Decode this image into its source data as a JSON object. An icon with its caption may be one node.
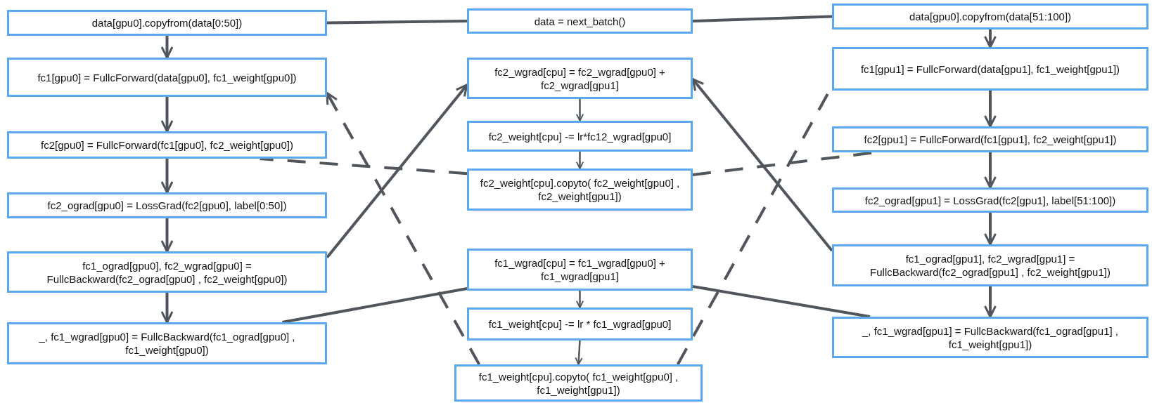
{
  "diagram": {
    "nodes": [
      {
        "text": [
          "data[gpu0].copyfrom(data[0:50])"
        ]
      },
      {
        "text": [
          "data = next_batch()"
        ]
      },
      {
        "text": [
          "data[gpu0].copyfrom(data[51:100])"
        ]
      },
      {
        "text": [
          "fc1[gpu0] = FullcForward(data[gpu0], fc1_weight[gpu0])"
        ]
      },
      {
        "text": [
          "fc2_wgrad[cpu] = fc2_wgrad[gpu0] + fc2_wgrad[gpu1]"
        ]
      },
      {
        "text": [
          "fc1[gpu1] = FullcForward(data[gpu1], fc1_weight[gpu1])"
        ]
      },
      {
        "text": [
          "fc2[gpu0] = FullcForward(fc1[gpu0], fc2_weight[gpu0])"
        ]
      },
      {
        "text": [
          "fc2_weight[cpu] -= lr*fc12_wgrad[gpu0]"
        ]
      },
      {
        "text": [
          "fc2[gpu1] = FullcForward(fc1[gpu1], fc2_weight[gpu1])"
        ]
      },
      {
        "text": [
          "fc2_weight[cpu].copyto( fc2_weight[gpu0] , fc2_weight[gpu1])"
        ]
      },
      {
        "text": [
          "fc2_ograd[gpu0] = LossGrad(fc2[gpu0], label[0:50])"
        ]
      },
      {
        "text": [
          "fc2_ograd[gpu1] = LossGrad(fc2[gpu1], label[51:100])"
        ]
      },
      {
        "text": [
          "fc1_ograd[gpu0], fc2_wgrad[gpu0] = FullcBackward(fc2_ograd[gpu0] , fc2_weight[gpu0])"
        ]
      },
      {
        "text": [
          "fc1_wgrad[cpu] = fc1_wgrad[gpu0] + fc1_wgrad[gpu1]"
        ]
      },
      {
        "text": [
          "fc1_ograd[gpu1], fc2_wgrad[gpu1] = FullcBackward(fc2_ograd[gpu1] , fc2_weight[gpu1])"
        ]
      },
      {
        "text": [
          "_, fc1_wgrad[gpu0] = FullcBackward(fc1_ograd[gpu0] , fc1_weight[gpu0])"
        ]
      },
      {
        "text": [
          "fc1_weight[cpu] -= lr * fc1_wgrad[gpu0]"
        ]
      },
      {
        "text": [
          "_, fc1_wgrad[gpu1] = FullcBackward(fc1_ograd[gpu1] , fc1_weight[gpu1])"
        ]
      },
      {
        "text": [
          "fc1_weight[cpu].copyto( fc1_weight[gpu0] , fc1_weight[gpu1])"
        ]
      }
    ],
    "edges": [
      {
        "from": 1,
        "to": 0,
        "arrow": "none"
      },
      {
        "from": 1,
        "to": 2,
        "arrow": "none"
      },
      {
        "from": 0,
        "to": 3,
        "arrow": "to"
      },
      {
        "from": 3,
        "to": 6,
        "arrow": "to"
      },
      {
        "from": 6,
        "to": 10,
        "arrow": "to"
      },
      {
        "from": 10,
        "to": 12,
        "arrow": "to"
      },
      {
        "from": 12,
        "to": 15,
        "arrow": "to"
      },
      {
        "from": 2,
        "to": 5,
        "arrow": "to"
      },
      {
        "from": 5,
        "to": 8,
        "arrow": "to"
      },
      {
        "from": 8,
        "to": 11,
        "arrow": "to"
      },
      {
        "from": 11,
        "to": 14,
        "arrow": "to"
      },
      {
        "from": 14,
        "to": 17,
        "arrow": "to"
      },
      {
        "from": 12,
        "to": 4,
        "arrow": "to"
      },
      {
        "from": 14,
        "to": 4,
        "arrow": "to"
      },
      {
        "from": 15,
        "to": 13,
        "arrow": "none"
      },
      {
        "from": 13,
        "to": 17,
        "arrow": "none"
      },
      {
        "from": 4,
        "to": 7,
        "arrow": "to"
      },
      {
        "from": 7,
        "to": 9,
        "arrow": "to"
      },
      {
        "from": 13,
        "to": 16,
        "arrow": "to"
      },
      {
        "from": 16,
        "to": 18,
        "arrow": "to"
      },
      {
        "from": 18,
        "to": 3,
        "arrow": "to",
        "style": "dashed"
      },
      {
        "from": 9,
        "to": 6,
        "arrow": "none",
        "style": "dashed"
      },
      {
        "from": 9,
        "to": 8,
        "arrow": "none",
        "style": "dashed"
      },
      {
        "from": 18,
        "to": 5,
        "arrow": "none",
        "style": "dashed"
      }
    ]
  }
}
